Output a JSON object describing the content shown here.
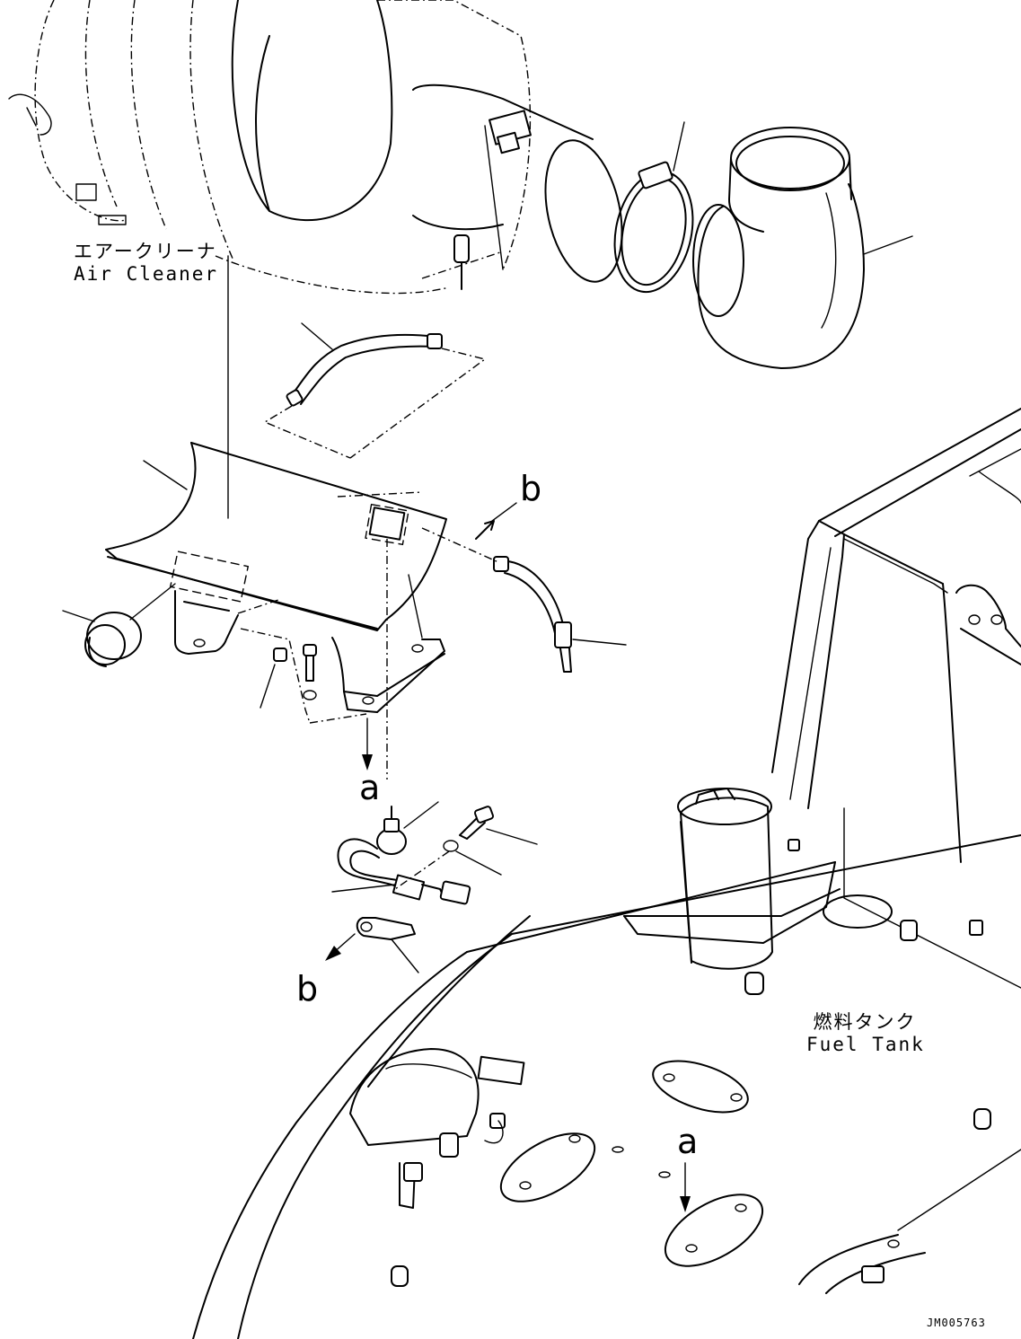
{
  "labels": {
    "air_cleaner_ja": "エアークリーナ",
    "air_cleaner_en": "Air Cleaner",
    "fuel_tank_ja": "燃料タンク",
    "fuel_tank_en": "Fuel Tank",
    "ref_b_top": "b",
    "ref_a_mid": "a",
    "ref_b_bottom": "b",
    "ref_a_bottom": "a",
    "drawing_code": "JM005763"
  }
}
